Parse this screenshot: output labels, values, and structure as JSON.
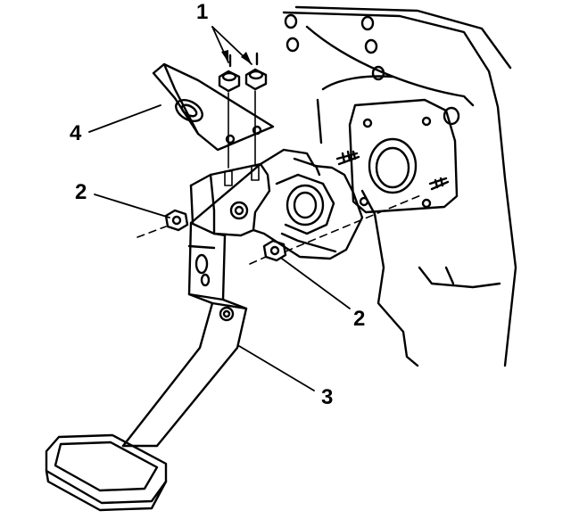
{
  "diagram": {
    "callouts": [
      {
        "id": "fasteners-top",
        "text": "1"
      },
      {
        "id": "nut-left",
        "text": "2"
      },
      {
        "id": "nut-right",
        "text": "2"
      },
      {
        "id": "pedal-arm",
        "text": "3"
      },
      {
        "id": "bracket",
        "text": "4"
      }
    ]
  },
  "colors": {
    "ink": "#000000",
    "paper": "#ffffff"
  }
}
